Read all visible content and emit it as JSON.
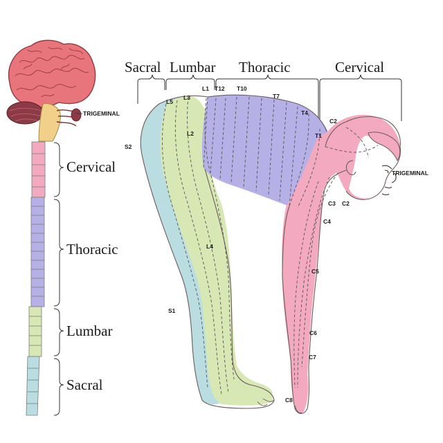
{
  "spine_labels": [
    "Cervical",
    "Thoracic",
    "Lumbar",
    "Sacral"
  ],
  "top_labels": [
    "Sacral",
    "Lumbar",
    "Thoracic",
    "Cervical"
  ],
  "nerve_labels": {
    "trigeminal_brain": "TRIGEMINAL",
    "trigeminal_face": "TRIGEMINAL",
    "s2": "S2",
    "l5": "L5",
    "l3": "L3",
    "l1": "L1",
    "t12": "T12",
    "t10": "T10",
    "t7": "T7",
    "t4": "T4",
    "c2_top": "C2",
    "t1": "T1",
    "l2": "L2",
    "c3": "C3",
    "c2": "C2",
    "c4": "C4",
    "l4": "L4",
    "c5": "C5",
    "s1": "S1",
    "c6": "C6",
    "c7": "C7",
    "c8": "C8"
  },
  "colors": {
    "cervical": "#f3aac0",
    "thoracic": "#b5b0e6",
    "lumbar": "#d8e8b5",
    "sacral": "#b9dde0",
    "brain": "#e8747c",
    "cerebellum": "#8c3a46",
    "brainstem": "#f1d08a"
  }
}
